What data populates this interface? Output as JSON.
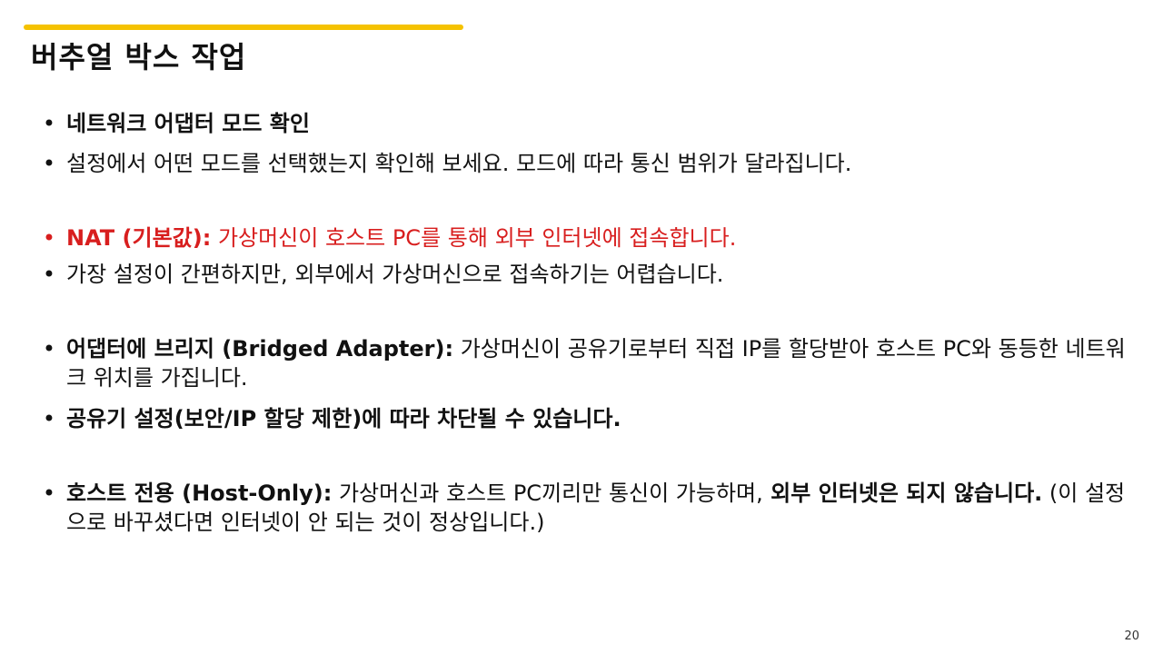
{
  "slide": {
    "title": "버추얼 박스 작업",
    "page_number": "20",
    "accent_color": "#f5c200",
    "highlight_color": "#d81e1e"
  },
  "bullets": {
    "marker": "•",
    "b1": {
      "bold": "네트워크 어댑터 모드 확인"
    },
    "b2": {
      "text": "설정에서 어떤 모드를 선택했는지 확인해 보세요. 모드에 따라 통신 범위가 달라집니다."
    },
    "b3": {
      "bold": "NAT (기본값):",
      "text": " 가상머신이 호스트 PC를 통해 외부 인터넷에 접속합니다."
    },
    "b4": {
      "text": "가장 설정이 간편하지만, 외부에서 가상머신으로 접속하기는 어렵습니다."
    },
    "b5": {
      "bold": "어댑터에 브리지 (Bridged Adapter):",
      "text": " 가상머신이 공유기로부터 직접 IP를 할당받아 호스트 PC와 동등한 네트워크 위치를 가집니다."
    },
    "b6": {
      "bold": "공유기 설정(보안/IP 할당 제한)에 따라 차단될 수 있습니다."
    },
    "b7": {
      "bold": "호스트 전용 (Host-Only):",
      "text": " 가상머신과 호스트 PC끼리만 통신이 가능하며,",
      "bold2": " 외부 인터넷은 되지 않습니다.",
      "text2": " (이 설정으로 바꾸셨다면 인터넷이 안 되는 것이 정상입니다.)"
    }
  }
}
